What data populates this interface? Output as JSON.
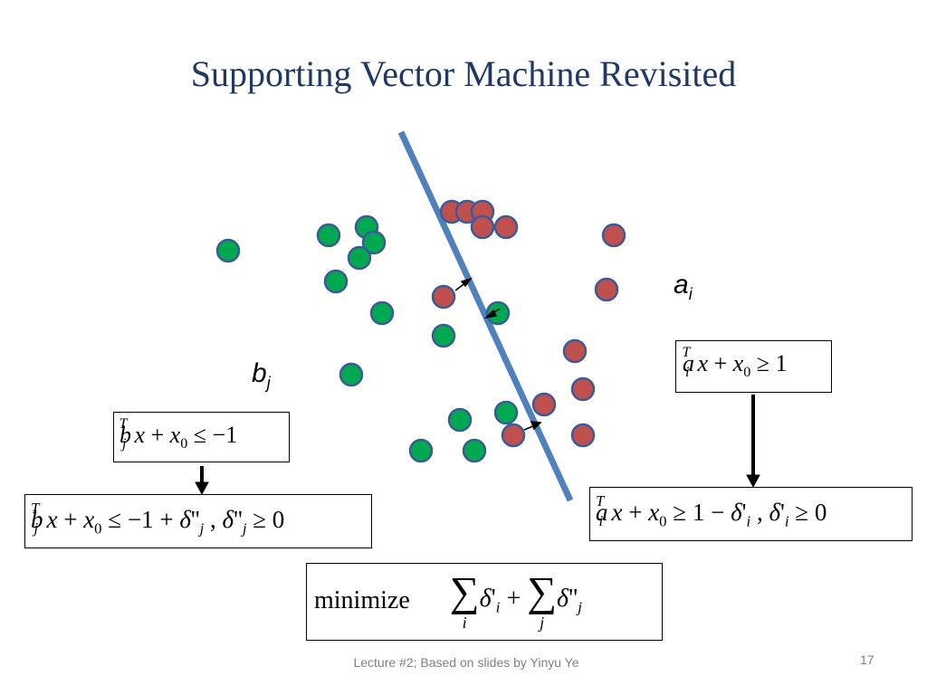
{
  "slide": {
    "title": "Supporting Vector Machine Revisited",
    "footer": "Lecture #2; Based on slides by Yinyu Ye",
    "page_number": "17"
  },
  "labels": {
    "a_i": {
      "base": "a",
      "sub": "i"
    },
    "b_j": {
      "base": "b",
      "sub": "j"
    }
  },
  "colors": {
    "title": "#1f3864",
    "separator_line": "#4f81bd",
    "green_point": "#00a94f",
    "red_point": "#c0504d",
    "point_outline": "#3b5a98"
  },
  "equations": {
    "a_constraint": "a_i^T x + x_0 ≥ 1",
    "b_constraint": "b_j^T x + x_0 ≤ −1",
    "a_relaxed": "a_i^T x + x_0 ≥ 1 − δ'_i , δ'_i ≥ 0",
    "b_relaxed": "b_j^T x + x_0 ≤ −1 + δ''_j , δ''_j ≥ 0",
    "objective": "minimize Σ_i δ'_i + Σ_j δ''_j"
  }
}
